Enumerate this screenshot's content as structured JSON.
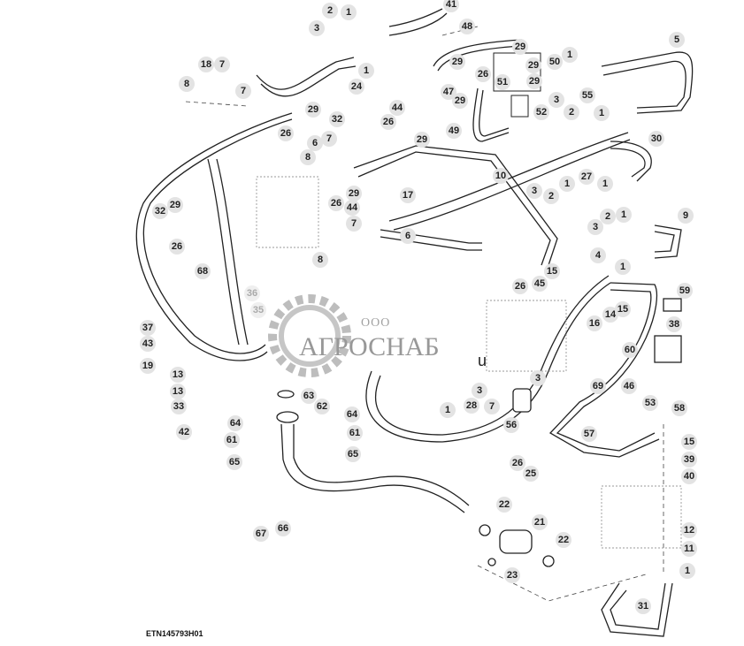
{
  "figure_id": "ETN145793H01",
  "watermark": {
    "prefix": "ООО",
    "name": "АГРОСНАБ",
    "suffix": "u"
  },
  "callouts": [
    "41",
    "2",
    "1",
    "3",
    "48",
    "5",
    "18",
    "7",
    "7",
    "8",
    "1",
    "24",
    "29",
    "26",
    "47",
    "29",
    "29",
    "29",
    "51",
    "29",
    "50",
    "1",
    "3",
    "2",
    "52",
    "55",
    "1",
    "29",
    "32",
    "26",
    "6",
    "7",
    "8",
    "44",
    "26",
    "29",
    "49",
    "30",
    "10",
    "3",
    "2",
    "1",
    "27",
    "1",
    "17",
    "29",
    "26",
    "44",
    "29",
    "32",
    "26",
    "9",
    "2",
    "1",
    "3",
    "7",
    "6",
    "8",
    "68",
    "4",
    "1",
    "15",
    "45",
    "26",
    "36",
    "35",
    "59",
    "15",
    "14",
    "16",
    "38",
    "37",
    "43",
    "19",
    "60",
    "13",
    "13",
    "33",
    "3",
    "3",
    "69",
    "46",
    "63",
    "62",
    "64",
    "64",
    "1",
    "28",
    "7",
    "56",
    "53",
    "58",
    "42",
    "57",
    "15",
    "61",
    "61",
    "65",
    "65",
    "26",
    "39",
    "25",
    "40",
    "22",
    "21",
    "12",
    "22",
    "11",
    "67",
    "66",
    "23",
    "1",
    "31"
  ]
}
